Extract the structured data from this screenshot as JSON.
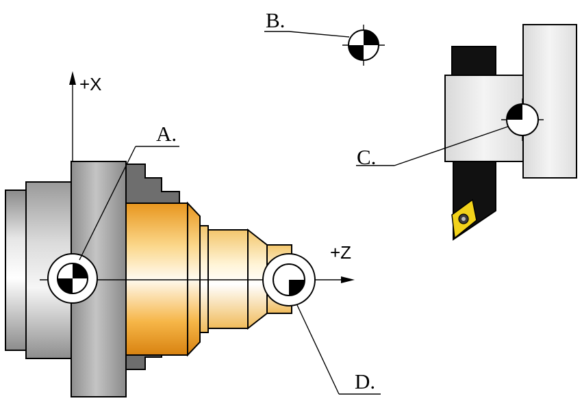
{
  "axes": {
    "x_label": "+X",
    "z_label": "+Z"
  },
  "points": {
    "a": "A.",
    "b": "B.",
    "c": "C.",
    "d": "D."
  },
  "colors": {
    "chuck_gray": "#a9a9a9",
    "jaw_gray": "#707070",
    "workpiece_gold": "#f0a830",
    "workpiece_light": "#fff6d8",
    "tool_black": "#111111",
    "insert_yellow": "#f2d21a"
  }
}
